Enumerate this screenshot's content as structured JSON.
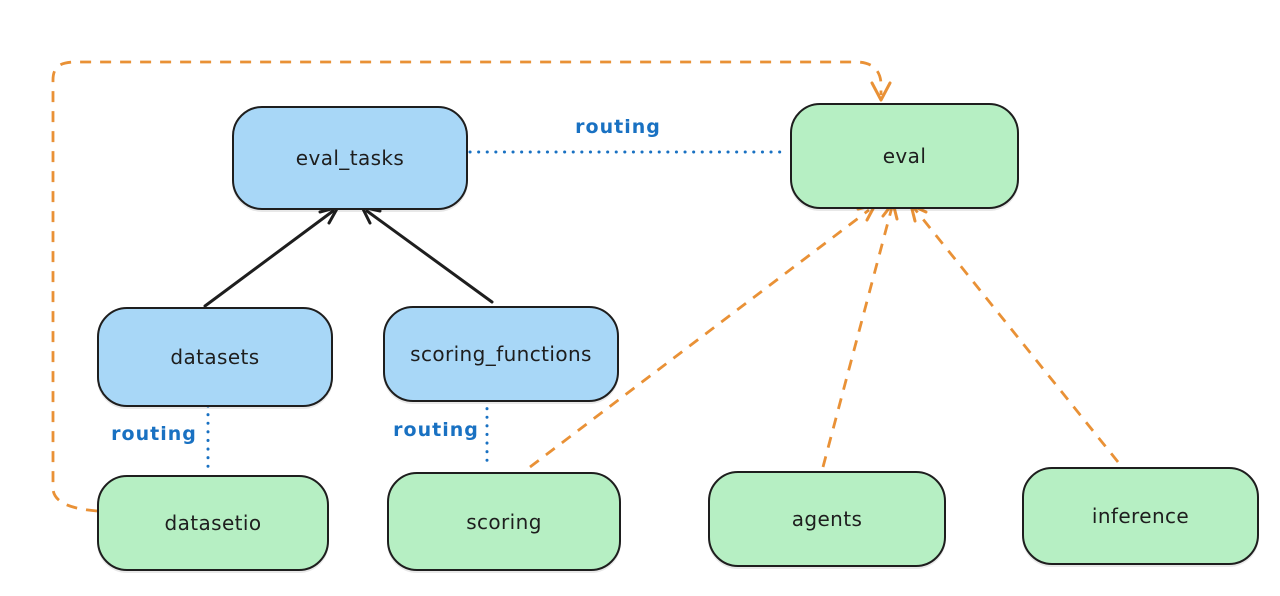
{
  "diagram": {
    "colors": {
      "canvas_bg": "#ffffff",
      "node_blue_fill": "#a8d7f7",
      "node_green_fill": "#b6efc3",
      "node_border": "#1e1e1e",
      "routing_blue": "#1971c2",
      "arrow_orange": "#e99136",
      "arrow_black": "#1e1e1e"
    },
    "nodes": {
      "eval_tasks": {
        "label": "eval_tasks",
        "fill": "blue"
      },
      "eval": {
        "label": "eval",
        "fill": "green"
      },
      "datasets": {
        "label": "datasets",
        "fill": "blue"
      },
      "scoring_functions": {
        "label": "scoring_functions",
        "fill": "blue"
      },
      "datasetio": {
        "label": "datasetio",
        "fill": "green"
      },
      "scoring": {
        "label": "scoring",
        "fill": "green"
      },
      "agents": {
        "label": "agents",
        "fill": "green"
      },
      "inference": {
        "label": "inference",
        "fill": "green"
      }
    },
    "edges": [
      {
        "from": "datasets",
        "to": "eval_tasks",
        "style": "solid-arrow",
        "color": "black",
        "label": ""
      },
      {
        "from": "scoring_functions",
        "to": "eval_tasks",
        "style": "solid-arrow",
        "color": "black",
        "label": ""
      },
      {
        "from": "eval_tasks",
        "to": "eval",
        "style": "dotted",
        "color": "blue",
        "label": "routing"
      },
      {
        "from": "datasets",
        "to": "datasetio",
        "style": "dotted",
        "color": "blue",
        "label": "routing"
      },
      {
        "from": "scoring_functions",
        "to": "scoring",
        "style": "dotted",
        "color": "blue",
        "label": "routing"
      },
      {
        "from": "datasetio",
        "to": "eval",
        "style": "dashed-arrow",
        "color": "orange",
        "label": ""
      },
      {
        "from": "scoring",
        "to": "eval",
        "style": "dashed-arrow",
        "color": "orange",
        "label": ""
      },
      {
        "from": "agents",
        "to": "eval",
        "style": "dashed-arrow",
        "color": "orange",
        "label": ""
      },
      {
        "from": "inference",
        "to": "eval",
        "style": "dashed-arrow",
        "color": "orange",
        "label": ""
      }
    ]
  }
}
